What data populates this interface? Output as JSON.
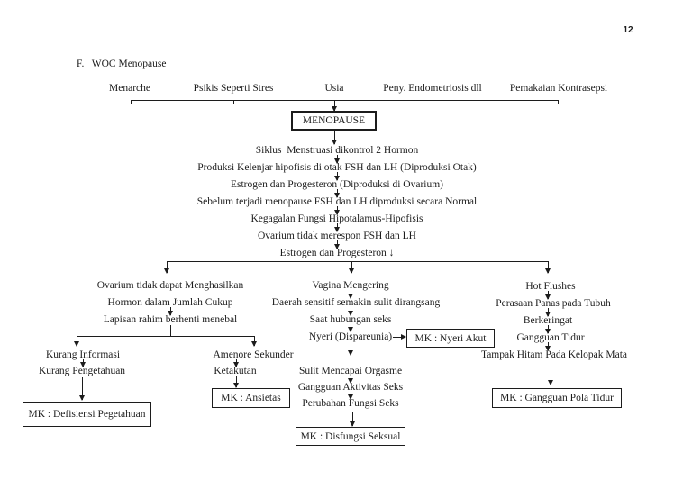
{
  "page": {
    "number": "12",
    "heading": "F.   WOC Menopause"
  },
  "colors": {
    "ink": "#1c1c1c",
    "paper": "#ffffff"
  },
  "flowchart": {
    "causes": [
      "Menarche",
      "Psikis Seperti Stres",
      "Usia",
      "Peny. Endometriosis dll",
      "Pemakaian Kontrasepsi"
    ],
    "root": "MENOPAUSE",
    "chain": [
      "Siklus  Menstruasi dikontrol 2 Hormon",
      "Produksi Kelenjar hipofisis di otak FSH dan LH (Diproduksi Otak)",
      "Estrogen dan Progesteron (Diproduksi di Ovarium)",
      "Sebelum terjadi menopause FSH dan LH diproduksi secara Normal",
      "Kegagalan Fungsi Hipotalamus-Hipofisis",
      "Ovarium tidak merespon FSH dan LH",
      "Estrogen dan Progesteron ↓"
    ],
    "left": {
      "steps": [
        "Ovarium tidak dapat Menghasilkan",
        "Hormon dalam Jumlah Cukup",
        "Lapisan rahim berhenti menebal"
      ],
      "info_path": [
        "Kurang Informasi",
        "Kurang Pengetahuan"
      ],
      "info_outcome": "MK : Defisiensi Pegetahuan",
      "amenore_path": [
        "Amenore Sekunder",
        "Ketakutan"
      ],
      "amenore_outcome": "MK : Ansietas"
    },
    "middle": {
      "steps": [
        "Vagina Mengering",
        "Daerah sensitif semakin sulit dirangsang",
        "Saat hubungan seks",
        "Nyeri (Dispareunia)"
      ],
      "pain_outcome": "MK : Nyeri Akut",
      "steps2": [
        "Sulit Mencapai Orgasme",
        "Gangguan Aktivitas Seks",
        "Perubahan Fungsi Seks"
      ],
      "outcome": "MK : Disfungsi Seksual"
    },
    "right": {
      "steps": [
        "Hot Flushes",
        "Perasaan Panas pada Tubuh",
        "Berkeringat",
        "Gangguan Tidur",
        "Tampak Hitam Pada Kelopak Mata"
      ],
      "outcome": "MK : Gangguan Pola Tidur"
    }
  }
}
